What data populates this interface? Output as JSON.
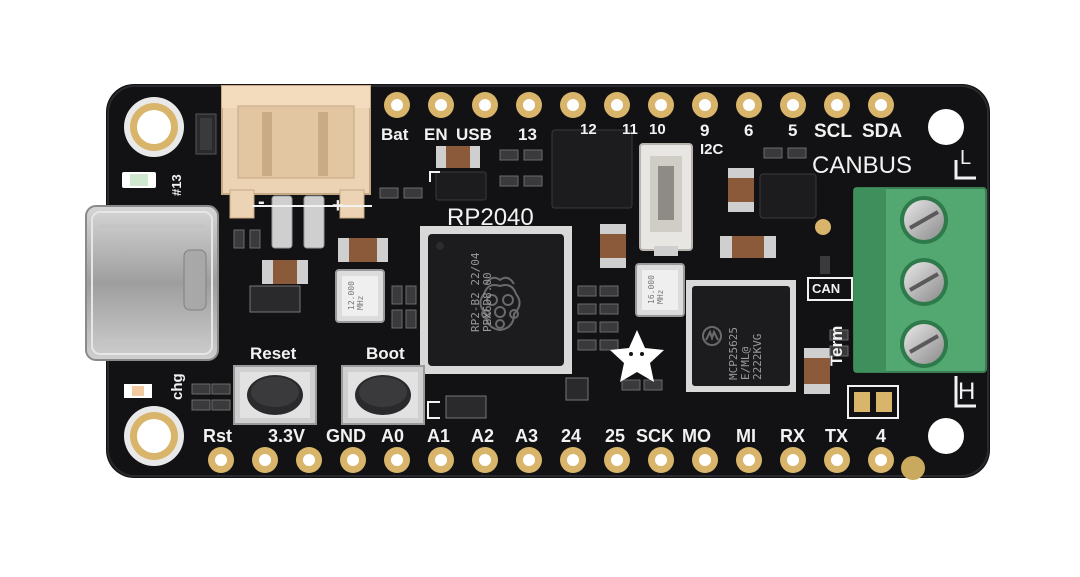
{
  "board": {
    "colors": {
      "pcb": "#121214",
      "gold": "#d8b56a",
      "silkscreen": "#f2f2f2",
      "terminal": "#52a870",
      "jst": "#ecd3b3",
      "usbc": "#b9b9b9"
    },
    "top_pins": [
      "Bat",
      "EN",
      "USB",
      "13",
      "12",
      "11",
      "10",
      "9",
      "6",
      "5",
      "SCL",
      "SDA"
    ],
    "bottom_pins": [
      "Rst",
      "3.3V",
      "GND",
      "A0",
      "A1",
      "A2",
      "A3",
      "24",
      "25",
      "SCK",
      "MO",
      "MI",
      "RX",
      "TX",
      "4"
    ],
    "labels": {
      "canbus": "CANBUS",
      "i2c": "I2C",
      "mcu": "RP2040",
      "reset": "Reset",
      "boot": "Boot",
      "term": "Term",
      "chg": "chg",
      "led13": "#13",
      "h": "H",
      "l": "L",
      "can": "CAN",
      "plus": "+",
      "minus": "-"
    },
    "chips": {
      "rp2040": [
        "RP2-B2  22/04",
        "PBX6D8.00"
      ],
      "mcp": [
        "MCP25625",
        "E/ML@",
        "2222KVG"
      ],
      "xtal1": [
        "12.000",
        "MHz"
      ],
      "xtal2": [
        "16.000",
        "MHz"
      ]
    }
  }
}
